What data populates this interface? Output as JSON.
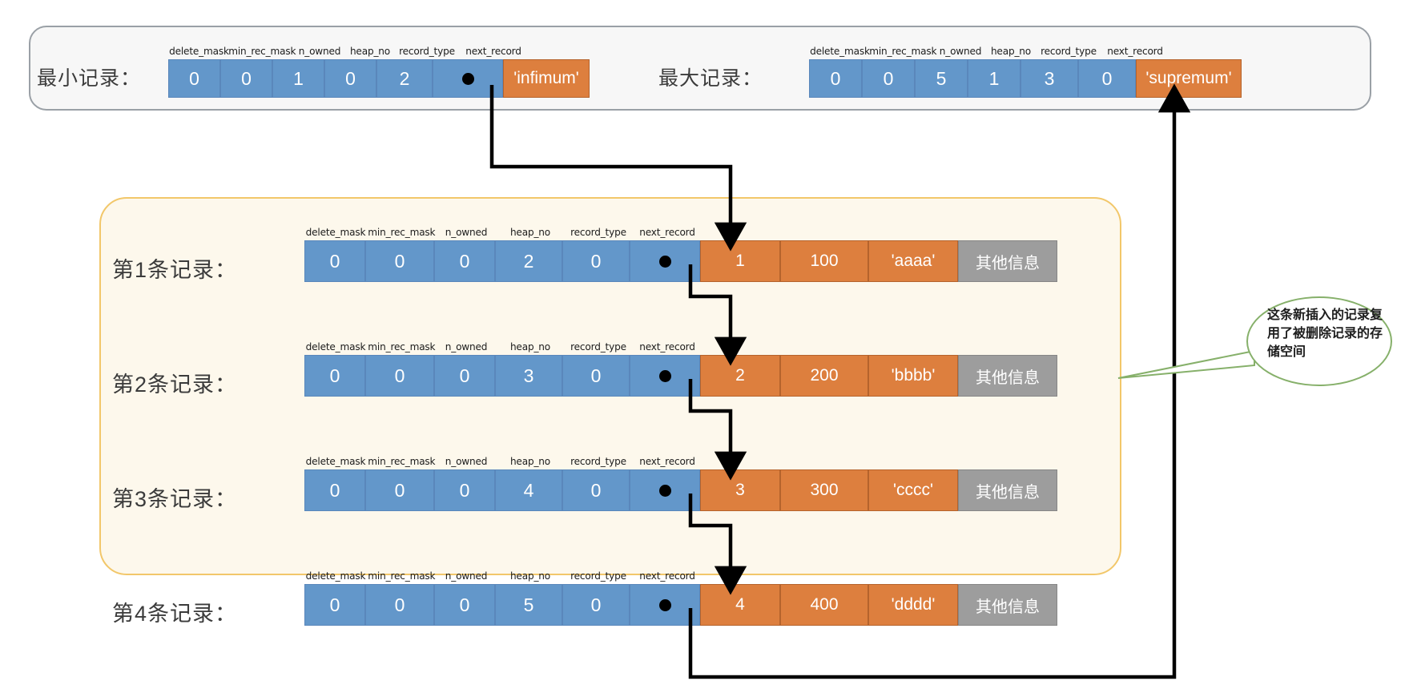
{
  "diagram": {
    "field_headers": [
      "delete_mask",
      "min_rec_mask",
      "n_owned",
      "heap_no",
      "record_type",
      "next_record"
    ],
    "top": {
      "min_record": {
        "label": "最小记录：",
        "headers": [
          "delete_mask",
          "min_rec_mask",
          "n_owned",
          "heap_no",
          "record_type",
          "next_record"
        ],
        "values": [
          "0",
          "0",
          "1",
          "0",
          "2",
          ""
        ],
        "pointer_cell": "next_record",
        "payload": "'infimum'"
      },
      "max_record": {
        "label": "最大记录：",
        "headers": [
          "delete_mask",
          "min_rec_mask",
          "n_owned",
          "heap_no",
          "record_type",
          "next_record"
        ],
        "values": [
          "0",
          "0",
          "5",
          "1",
          "3",
          "0"
        ],
        "payload": "'supremum'"
      }
    },
    "records": [
      {
        "label": "第1条记录：",
        "headers": [
          "delete_mask",
          "min_rec_mask",
          "n_owned",
          "heap_no",
          "record_type",
          "next_record"
        ],
        "values": [
          "0",
          "0",
          "0",
          "2",
          "0",
          ""
        ],
        "pointer_cell": "next_record",
        "columns": [
          "1",
          "100",
          "'aaaa'"
        ],
        "other": "其他信息"
      },
      {
        "label": "第2条记录：",
        "headers": [
          "delete_mask",
          "min_rec_mask",
          "n_owned",
          "heap_no",
          "record_type",
          "next_record"
        ],
        "values": [
          "0",
          "0",
          "0",
          "3",
          "0",
          ""
        ],
        "pointer_cell": "next_record",
        "columns": [
          "2",
          "200",
          "'bbbb'"
        ],
        "other": "其他信息"
      },
      {
        "label": "第3条记录：",
        "headers": [
          "delete_mask",
          "min_rec_mask",
          "n_owned",
          "heap_no",
          "record_type",
          "next_record"
        ],
        "values": [
          "0",
          "0",
          "0",
          "4",
          "0",
          ""
        ],
        "pointer_cell": "next_record",
        "columns": [
          "3",
          "300",
          "'cccc'"
        ],
        "other": "其他信息"
      },
      {
        "label": "第4条记录：",
        "headers": [
          "delete_mask",
          "min_rec_mask",
          "n_owned",
          "heap_no",
          "record_type",
          "next_record"
        ],
        "values": [
          "0",
          "0",
          "0",
          "5",
          "0",
          ""
        ],
        "pointer_cell": "next_record",
        "columns": [
          "4",
          "400",
          "'dddd'"
        ],
        "other": "其他信息"
      }
    ],
    "annotation": {
      "text": "这条新插入的记录复用了被删除记录的存储空间"
    },
    "colors": {
      "header_cell": "#6397ca",
      "column_cell": "#dd7f3e",
      "other_cell": "#9d9d9d",
      "records_panel_bg": "#fdf8ec",
      "records_panel_border": "#f2c76a",
      "top_panel_bg": "#f7f7f7",
      "top_panel_border": "#9aa0a6",
      "annotation_border": "#86b06a",
      "wire": "#000000"
    }
  }
}
